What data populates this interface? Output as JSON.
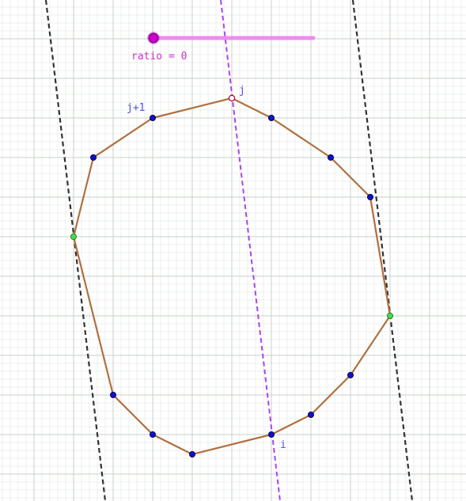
{
  "slider": {
    "label": "ratio = 0",
    "value": 0,
    "track_color": "#f080f0",
    "knob_color": "#cc00cc",
    "label_color": "#d030d0"
  },
  "polygon": {
    "edge_color": "#b07040",
    "vertex_color": "#1010d0",
    "highlight_vertex_color": "#44dd44",
    "selected_vertex_color": "#ffffff",
    "vertex_count": 14
  },
  "labels": {
    "j": "j",
    "j_plus_1": "j+1",
    "i": "i",
    "label_color": "#5050e0"
  },
  "lines": {
    "support_line_color": "#333333",
    "axis_line_color": "#aa44ee"
  },
  "grid": {
    "major_color": "#c8d0c8",
    "minor_color": "#e6ece6"
  }
}
